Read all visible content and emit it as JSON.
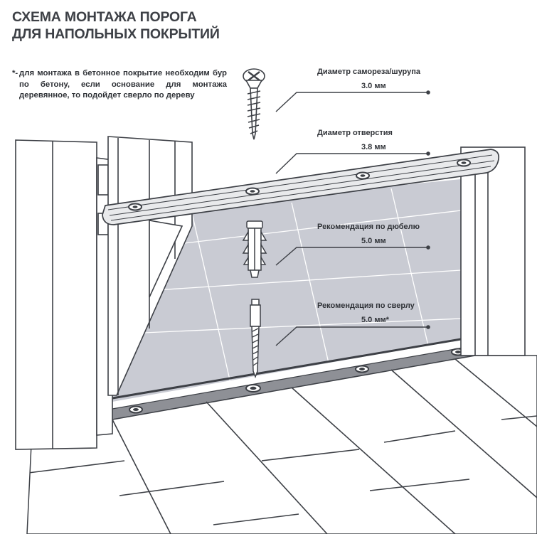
{
  "title": {
    "line1": "СХЕМА МОНТАЖА ПОРОГА",
    "line2": "ДЛЯ НАПОЛЬНЫХ ПОКРЫТИЙ"
  },
  "note": {
    "marker": "*-",
    "text": "для монтажа в бетонное покрытие необходим бур по бетону, если основание для монтажа деревянное, то подойдет сверло по дереву"
  },
  "callouts": [
    {
      "id": "screw-diameter",
      "label": "Диаметр самореза/шурупа",
      "value": "3.0 мм"
    },
    {
      "id": "hole-diameter",
      "label": "Диаметр отверстия",
      "value": "3.8 мм"
    },
    {
      "id": "dowel-recommendation",
      "label": "Рекомендация по дюбелю",
      "value": "5.0 мм"
    },
    {
      "id": "drill-recommendation",
      "label": "Рекомендация по сверлу",
      "value": "5.0 мм*"
    }
  ],
  "colors": {
    "line": "#3d4046",
    "threshold": "#e9eaec",
    "floor-under": "#c9cbd3",
    "strip": "#8e9096"
  }
}
